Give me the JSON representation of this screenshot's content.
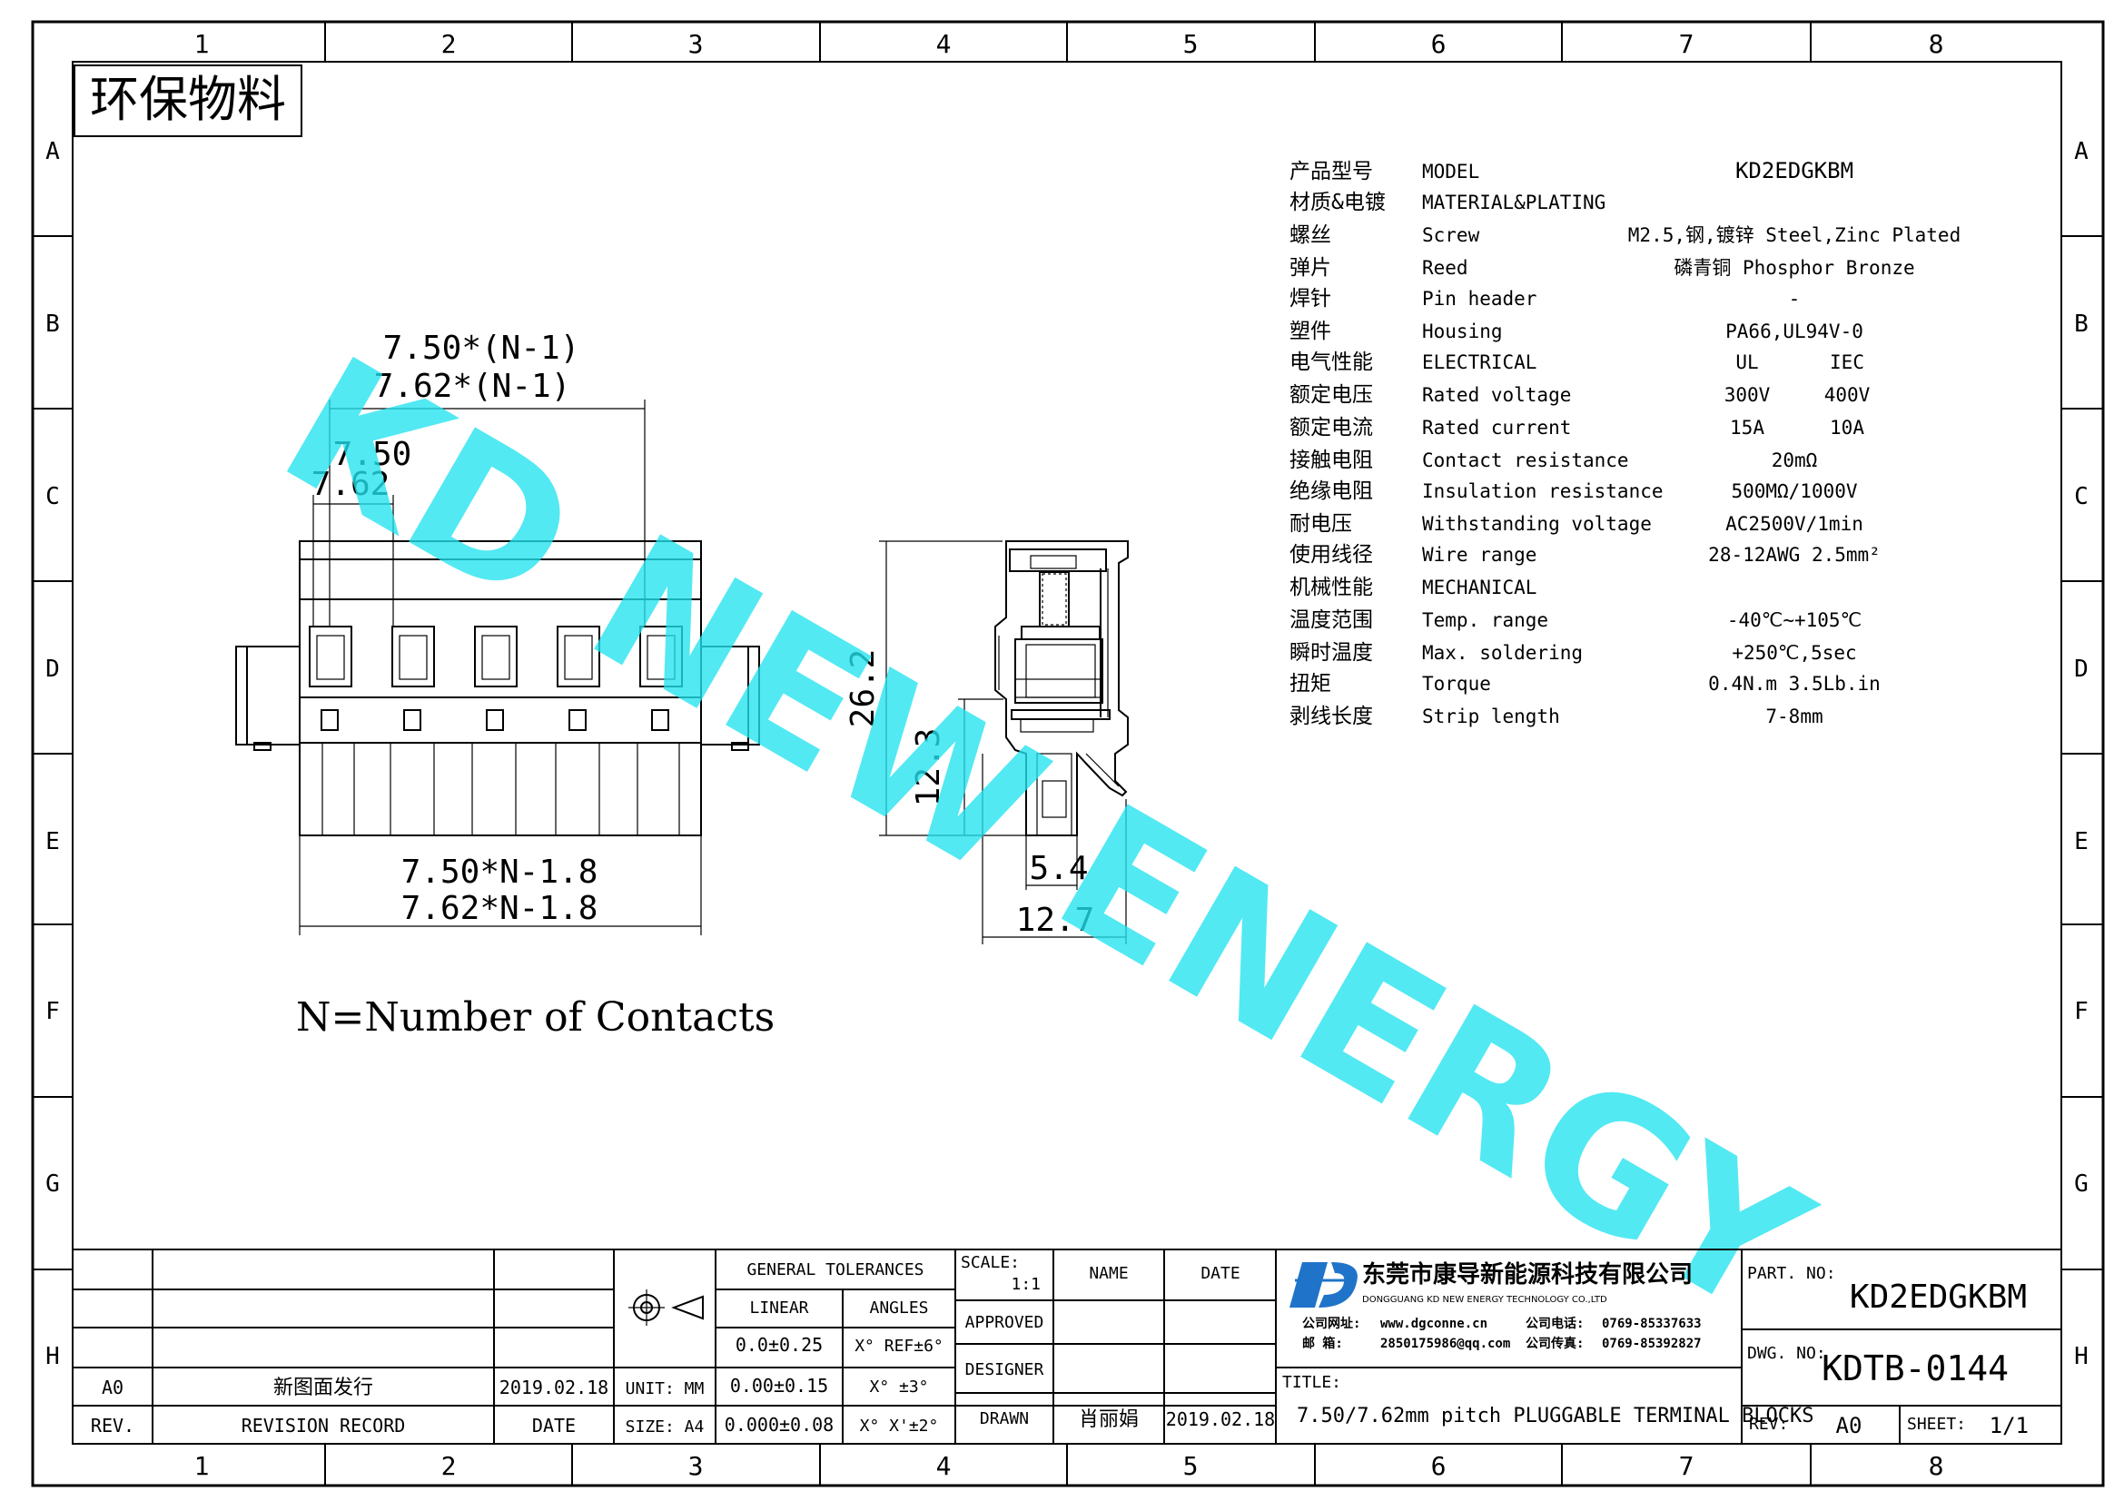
{
  "frame": {
    "columns": [
      "1",
      "2",
      "3",
      "4",
      "5",
      "6",
      "7",
      "8"
    ],
    "rows": [
      "A",
      "B",
      "C",
      "D",
      "E",
      "F",
      "G",
      "H"
    ]
  },
  "eco_label": "环保物料",
  "watermark": "KD NEW ENERGY",
  "dimensions": {
    "top_overall_1": "7.50*(N-1)",
    "top_overall_2": "7.62*(N-1)",
    "pitch_1": "7.50",
    "pitch_2": "7.62",
    "bottom_1": "7.50*N-1.8",
    "bottom_2": "7.62*N-1.8",
    "height_total": "26.2",
    "height_lower": "12.3",
    "width_pin": "5.4",
    "width_total": "12.7"
  },
  "note": "N=Number of Contacts",
  "specs": [
    {
      "cn": "产品型号",
      "en": "MODEL",
      "v1": "KD2EDGKBM",
      "v2": ""
    },
    {
      "cn": "材质&电镀",
      "en": "MATERIAL&PLATING",
      "v1": "",
      "v2": ""
    },
    {
      "cn": "螺丝",
      "en": "Screw",
      "v1": "M2.5,钢,镀锌 Steel,Zinc Plated",
      "v2": ""
    },
    {
      "cn": "弹片",
      "en": "Reed",
      "v1": "磷青铜 Phosphor Bronze",
      "v2": ""
    },
    {
      "cn": "焊针",
      "en": "Pin header",
      "v1": "-",
      "v2": ""
    },
    {
      "cn": "塑件",
      "en": "Housing",
      "v1": "PA66,UL94V-0",
      "v2": ""
    },
    {
      "cn": "电气性能",
      "en": "ELECTRICAL",
      "v1": "UL",
      "v2": "IEC"
    },
    {
      "cn": "额定电压",
      "en": "Rated voltage",
      "v1": "300V",
      "v2": "400V"
    },
    {
      "cn": "额定电流",
      "en": "Rated current",
      "v1": "15A",
      "v2": "10A"
    },
    {
      "cn": "接触电阻",
      "en": "Contact resistance",
      "v1": "20mΩ",
      "v2": ""
    },
    {
      "cn": "绝缘电阻",
      "en": "Insulation resistance",
      "v1": "500MΩ/1000V",
      "v2": ""
    },
    {
      "cn": "耐电压",
      "en": "Withstanding voltage",
      "v1": "AC2500V/1min",
      "v2": ""
    },
    {
      "cn": "使用线径",
      "en": "Wire range",
      "v1": "28-12AWG 2.5mm²",
      "v2": ""
    },
    {
      "cn": "机械性能",
      "en": "MECHANICAL",
      "v1": "",
      "v2": ""
    },
    {
      "cn": "温度范围",
      "en": "Temp. range",
      "v1": "-40℃~+105℃",
      "v2": ""
    },
    {
      "cn": "瞬时温度",
      "en": "Max. soldering",
      "v1": "+250℃,5sec",
      "v2": ""
    },
    {
      "cn": "扭矩",
      "en": "Torque",
      "v1": "0.4N.m 3.5Lb.in",
      "v2": ""
    },
    {
      "cn": "剥线长度",
      "en": "Strip length",
      "v1": "7-8mm",
      "v2": ""
    }
  ],
  "title_block": {
    "rev_code": "A0",
    "rev_desc": "新图面发行",
    "rev_date": "2019.02.18",
    "rev_label": "REV.",
    "revision_record_label": "REVISION RECORD",
    "date_label": "DATE",
    "unit_label": "UNIT: MM",
    "size_label": "SIZE: A4",
    "general_tol": "GENERAL TOLERANCES",
    "linear": "LINEAR",
    "angles": "ANGLES",
    "lin1": "0.0±0.25",
    "lin2": "0.00±0.15",
    "lin3": "0.000±0.08",
    "ang1": "X° REF±6°",
    "ang2": "X° ±3°",
    "ang3": "X° X'±2°",
    "scale_label": "SCALE:",
    "scale_value": "1:1",
    "approved": "APPROVED",
    "designer": "DESIGNER",
    "drawn": "DRAWN",
    "name_label": "NAME",
    "date_col": "DATE",
    "drawn_name": "肖丽娟",
    "drawn_date": "2019.02.18",
    "company_cn": "东莞市康导新能源科技有限公司",
    "company_en": "DONGGUANG KD NEW ENERGY TECHNOLOGY CO.,LTD",
    "web_label": "公司网址:",
    "web": "www.dgconne.cn",
    "email_label": "邮      箱:",
    "email": "2850175986@qq.com",
    "phone_label": "公司电话:",
    "phone": "0769-85337633",
    "fax_label": "公司传真:",
    "fax": "0769-85392827",
    "title_label": "TITLE:",
    "title": "7.50/7.62mm pitch PLUGGABLE TERMINAL BLOCKS",
    "part_label": "PART. NO:",
    "part_no": "KD2EDGKBM",
    "dwg_label": "DWG. NO:",
    "dwg_no": "KDTB-0144",
    "rev_lbl2": "REV:",
    "rev_val2": "A0",
    "sheet_label": "SHEET:",
    "sheet_val": "1/1"
  },
  "colors": {
    "watermark": "#22e3f0",
    "logo_blue": "#1f74c9"
  }
}
